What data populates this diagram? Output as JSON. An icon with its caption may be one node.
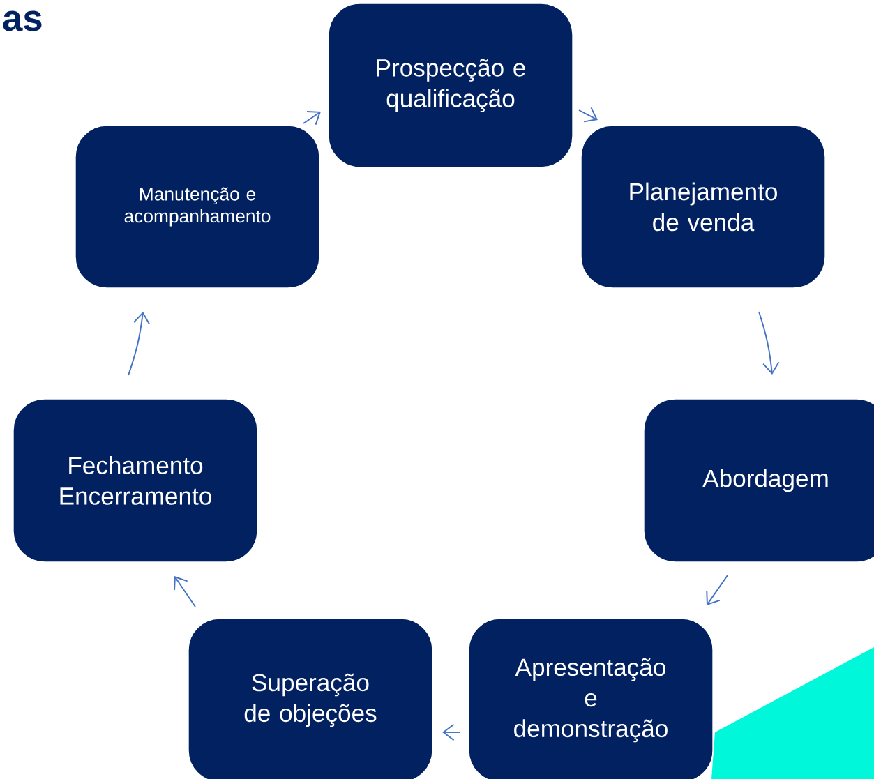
{
  "diagram": {
    "title": "as",
    "nodes": [
      {
        "text": [
          "Prospecção e qualificação"
        ]
      },
      {
        "text": [
          "Planejamento de venda"
        ]
      },
      {
        "text": [
          "Abordagem"
        ]
      },
      {
        "text": [
          "Apresentação e demonstração"
        ]
      },
      {
        "text": [
          "Superação de objeções"
        ]
      },
      {
        "text": [
          "Fechamento Encerramento"
        ]
      },
      {
        "text": [
          "Manutenção e acompanhamento"
        ]
      }
    ],
    "edges": [
      {
        "from": 0,
        "to": 1,
        "arrow": "to"
      },
      {
        "from": 1,
        "to": 2,
        "arrow": "to"
      },
      {
        "from": 2,
        "to": 3,
        "arrow": "to"
      },
      {
        "from": 3,
        "to": 4,
        "arrow": "to"
      },
      {
        "from": 4,
        "to": 5,
        "arrow": "to"
      },
      {
        "from": 5,
        "to": 6,
        "arrow": "to"
      },
      {
        "from": 6,
        "to": 0,
        "arrow": "to"
      }
    ]
  }
}
